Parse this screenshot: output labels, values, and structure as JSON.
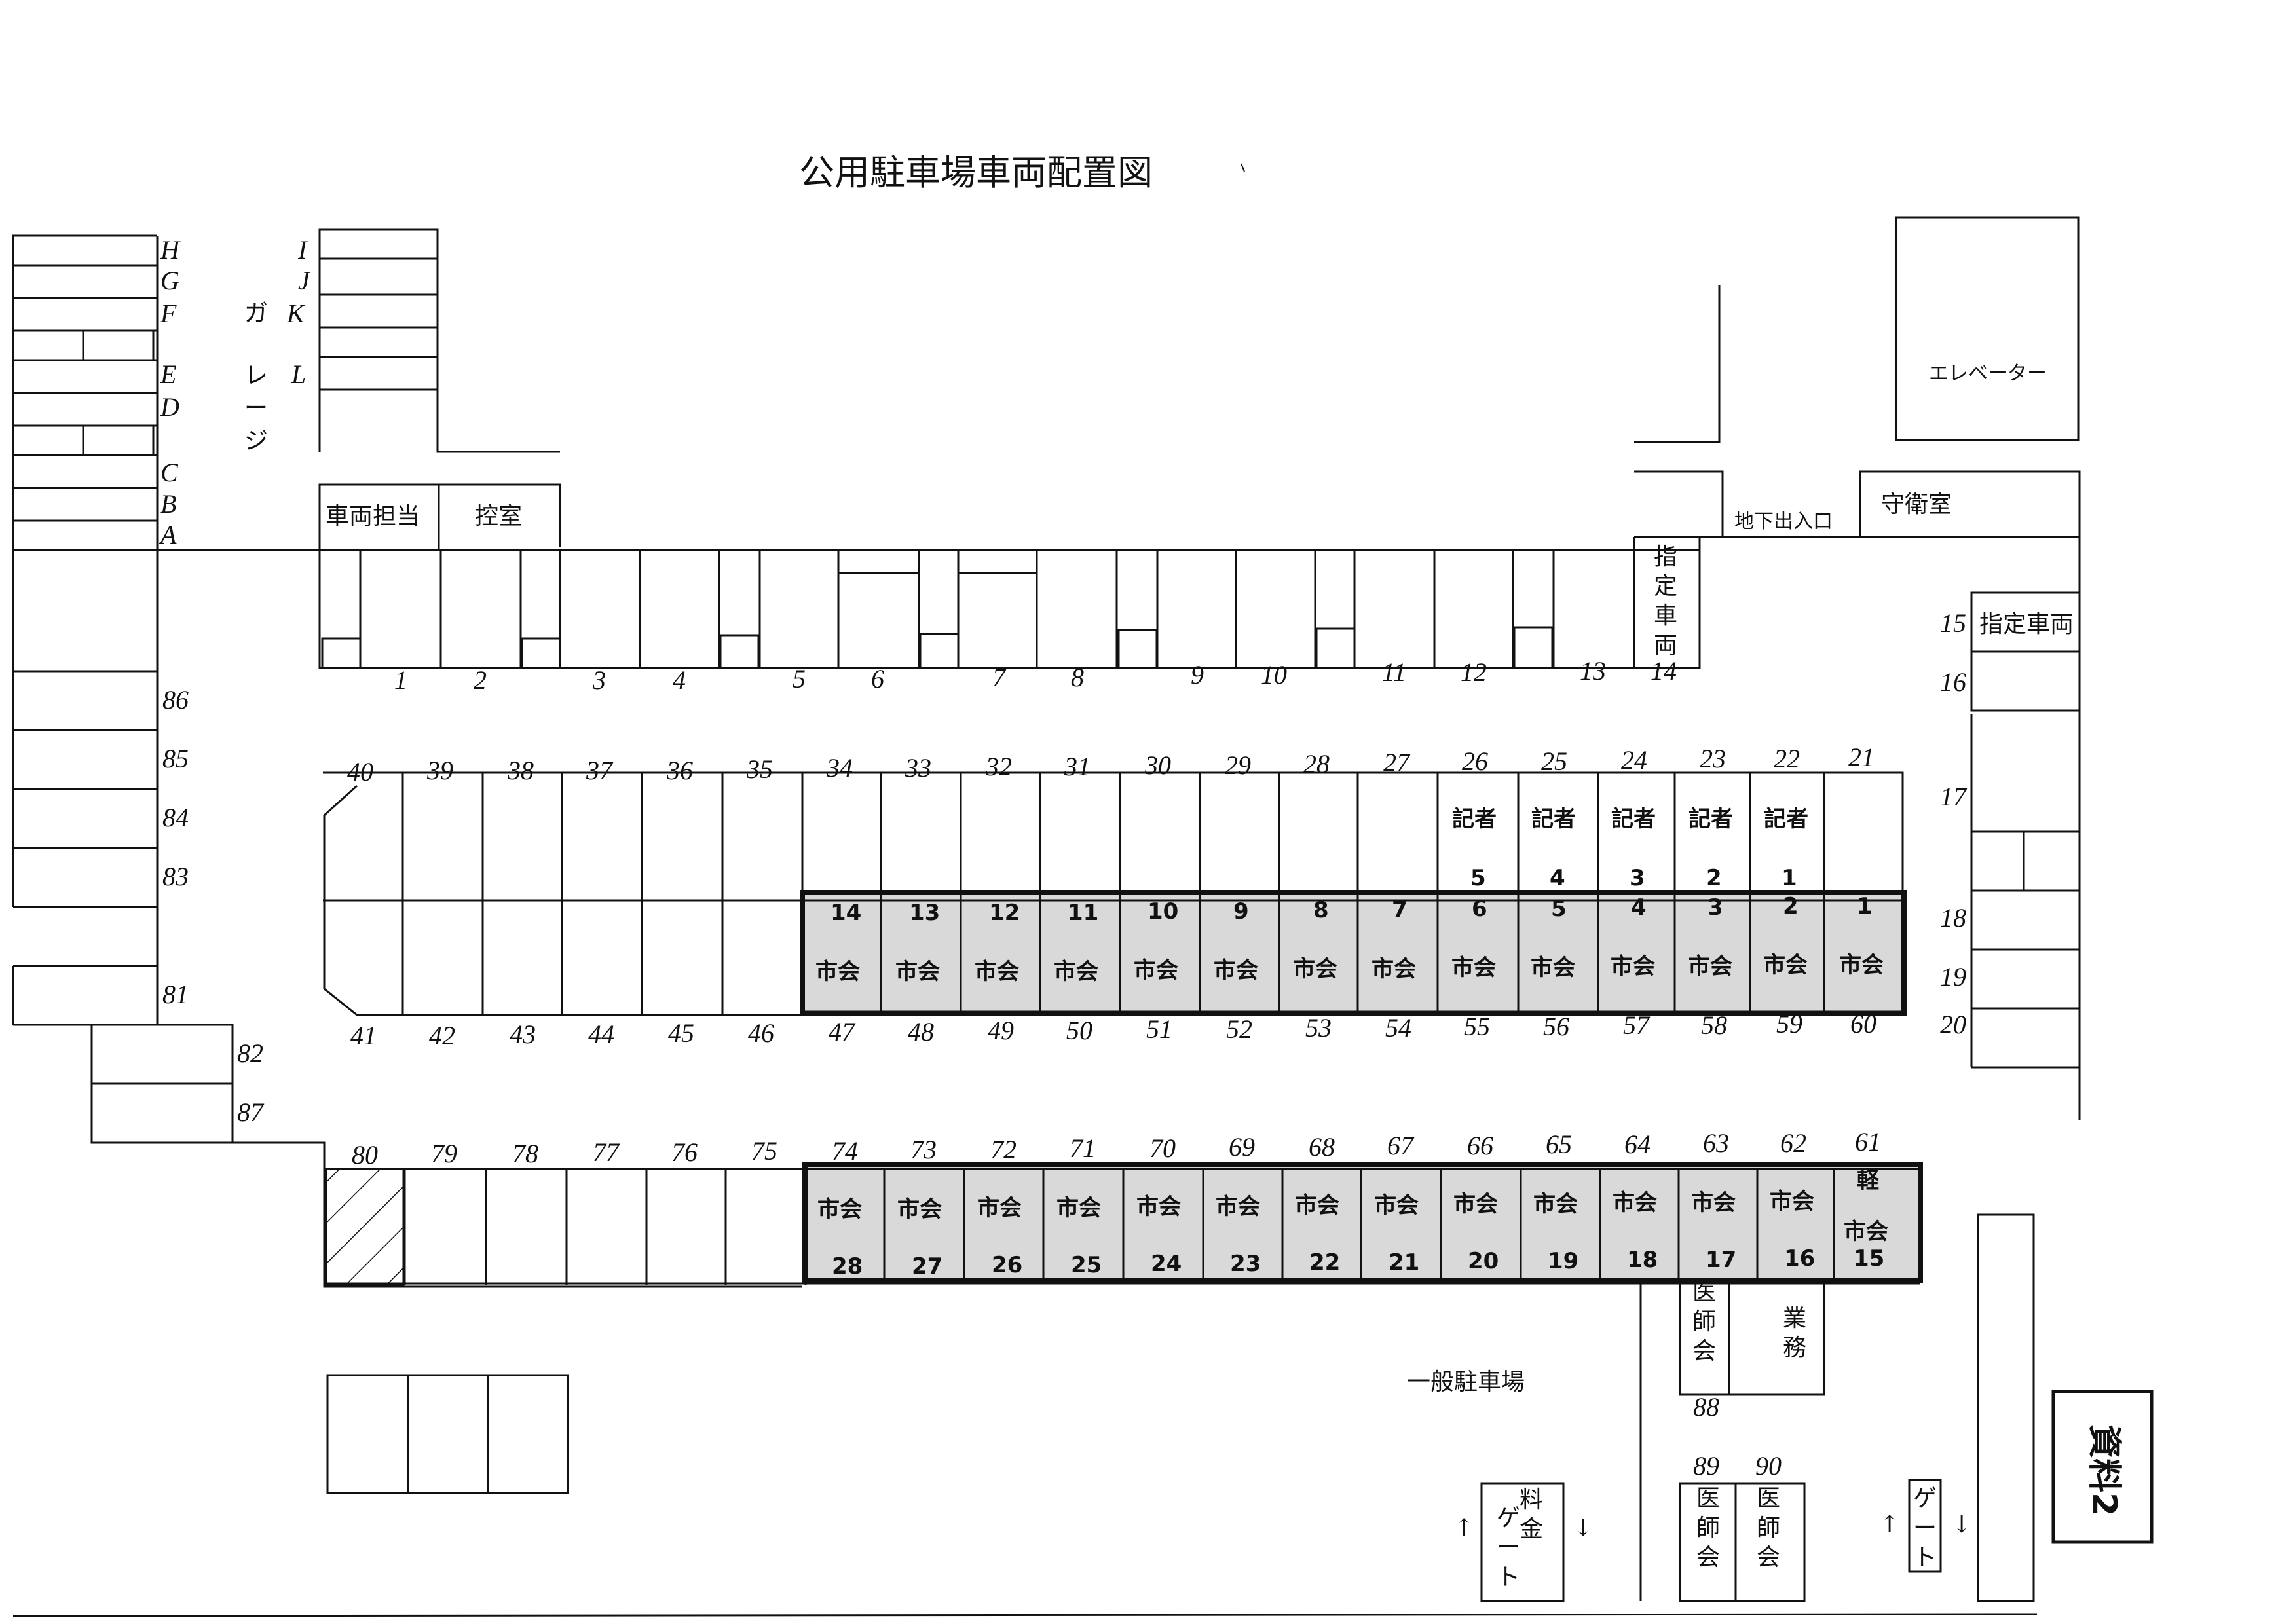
{
  "title": "公用駐車場車両配置図",
  "doc_label": "資料2",
  "garage_label": [
    "ガ",
    "レ",
    "ー",
    "ジ"
  ],
  "garage_letters_left": [
    "H",
    "G",
    "F",
    "E",
    "D",
    "C",
    "B",
    "A"
  ],
  "garage_letters_right": [
    "I",
    "J",
    "K",
    "L"
  ],
  "rooms": {
    "vehicle_staff": "車両担当",
    "waiting_room": "控室",
    "elevator": "エレベーター",
    "guard_room": "守衛室",
    "underground_entrance": "地下出入口",
    "designated_vehicle_vertical": [
      "指",
      "定",
      "車",
      "両"
    ],
    "designated_vehicle": "指定車両",
    "general_parking": "一般駐車場",
    "business": [
      "業",
      "務"
    ],
    "medical_assoc": [
      "医",
      "師",
      "会"
    ],
    "fee_gate": [
      "料",
      "金",
      "ゲ",
      "ー",
      "ト"
    ],
    "gate": [
      "ゲ",
      "ー",
      "ト"
    ]
  },
  "arrows": {
    "up": "↑",
    "down": "↓"
  },
  "top_row_numbers": [
    "1",
    "2",
    "3",
    "4",
    "5",
    "6",
    "7",
    "8",
    "9",
    "10",
    "11",
    "12",
    "13",
    "14"
  ],
  "right_column_numbers": [
    "15",
    "16",
    "17",
    "18",
    "19",
    "20"
  ],
  "left_column_numbers": [
    "86",
    "85",
    "84",
    "83",
    "81",
    "82",
    "87"
  ],
  "row2_top_numbers": [
    "40",
    "39",
    "38",
    "37",
    "36",
    "35",
    "34",
    "33",
    "32",
    "31",
    "30",
    "29",
    "28",
    "27",
    "26",
    "25",
    "24",
    "23",
    "22",
    "21"
  ],
  "press": {
    "label": "記者",
    "numbers": [
      "5",
      "4",
      "3",
      "2",
      "1"
    ]
  },
  "row2_bottom_numbers": [
    "41",
    "42",
    "43",
    "44",
    "45",
    "46",
    "47",
    "48",
    "49",
    "50",
    "51",
    "52",
    "53",
    "54",
    "55",
    "56",
    "57",
    "58",
    "59",
    "60"
  ],
  "council_label": "市会",
  "council_block1_numbers": [
    "14",
    "13",
    "12",
    "11",
    "10",
    "9",
    "8",
    "7",
    "6",
    "5",
    "4",
    "3",
    "2",
    "1"
  ],
  "row3_top_numbers": [
    "80",
    "79",
    "78",
    "77",
    "76",
    "75",
    "74",
    "73",
    "72",
    "71",
    "70",
    "69",
    "68",
    "67",
    "66",
    "65",
    "64",
    "63",
    "62",
    "61"
  ],
  "council_block2_numbers": [
    "28",
    "27",
    "26",
    "25",
    "24",
    "23",
    "22",
    "21",
    "20",
    "19",
    "18",
    "17",
    "16",
    "15"
  ],
  "light_car_label": "軽",
  "lower_numbers": {
    "n88": "88",
    "n89": "89",
    "n90": "90"
  },
  "colors": {
    "council_fill": "#d9d9d9",
    "ink": "#111111",
    "paper": "#ffffff"
  }
}
